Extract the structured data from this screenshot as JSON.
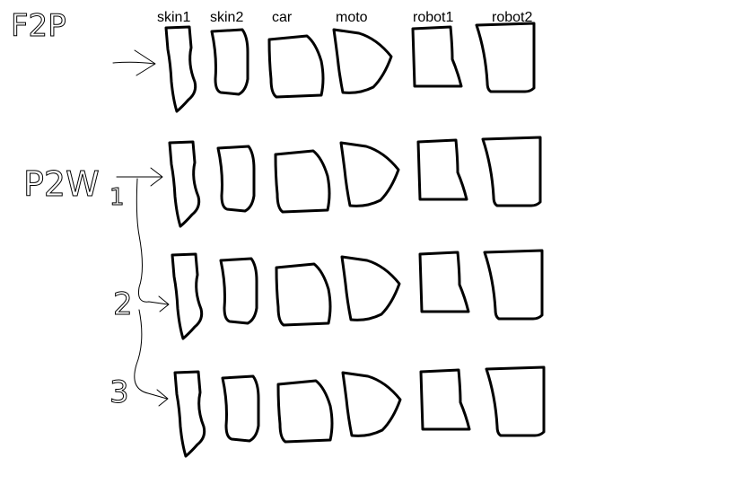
{
  "columns": [
    "skin1",
    "skin2",
    "car",
    "moto",
    "robot1",
    "robot2"
  ],
  "row_labels": {
    "f2p": "F2P",
    "p2w": "P2W",
    "p2w_1": "1",
    "p2w_2": "2",
    "p2w_3": "3"
  },
  "colors": {
    "ink": "#000000",
    "background": "#ffffff"
  }
}
